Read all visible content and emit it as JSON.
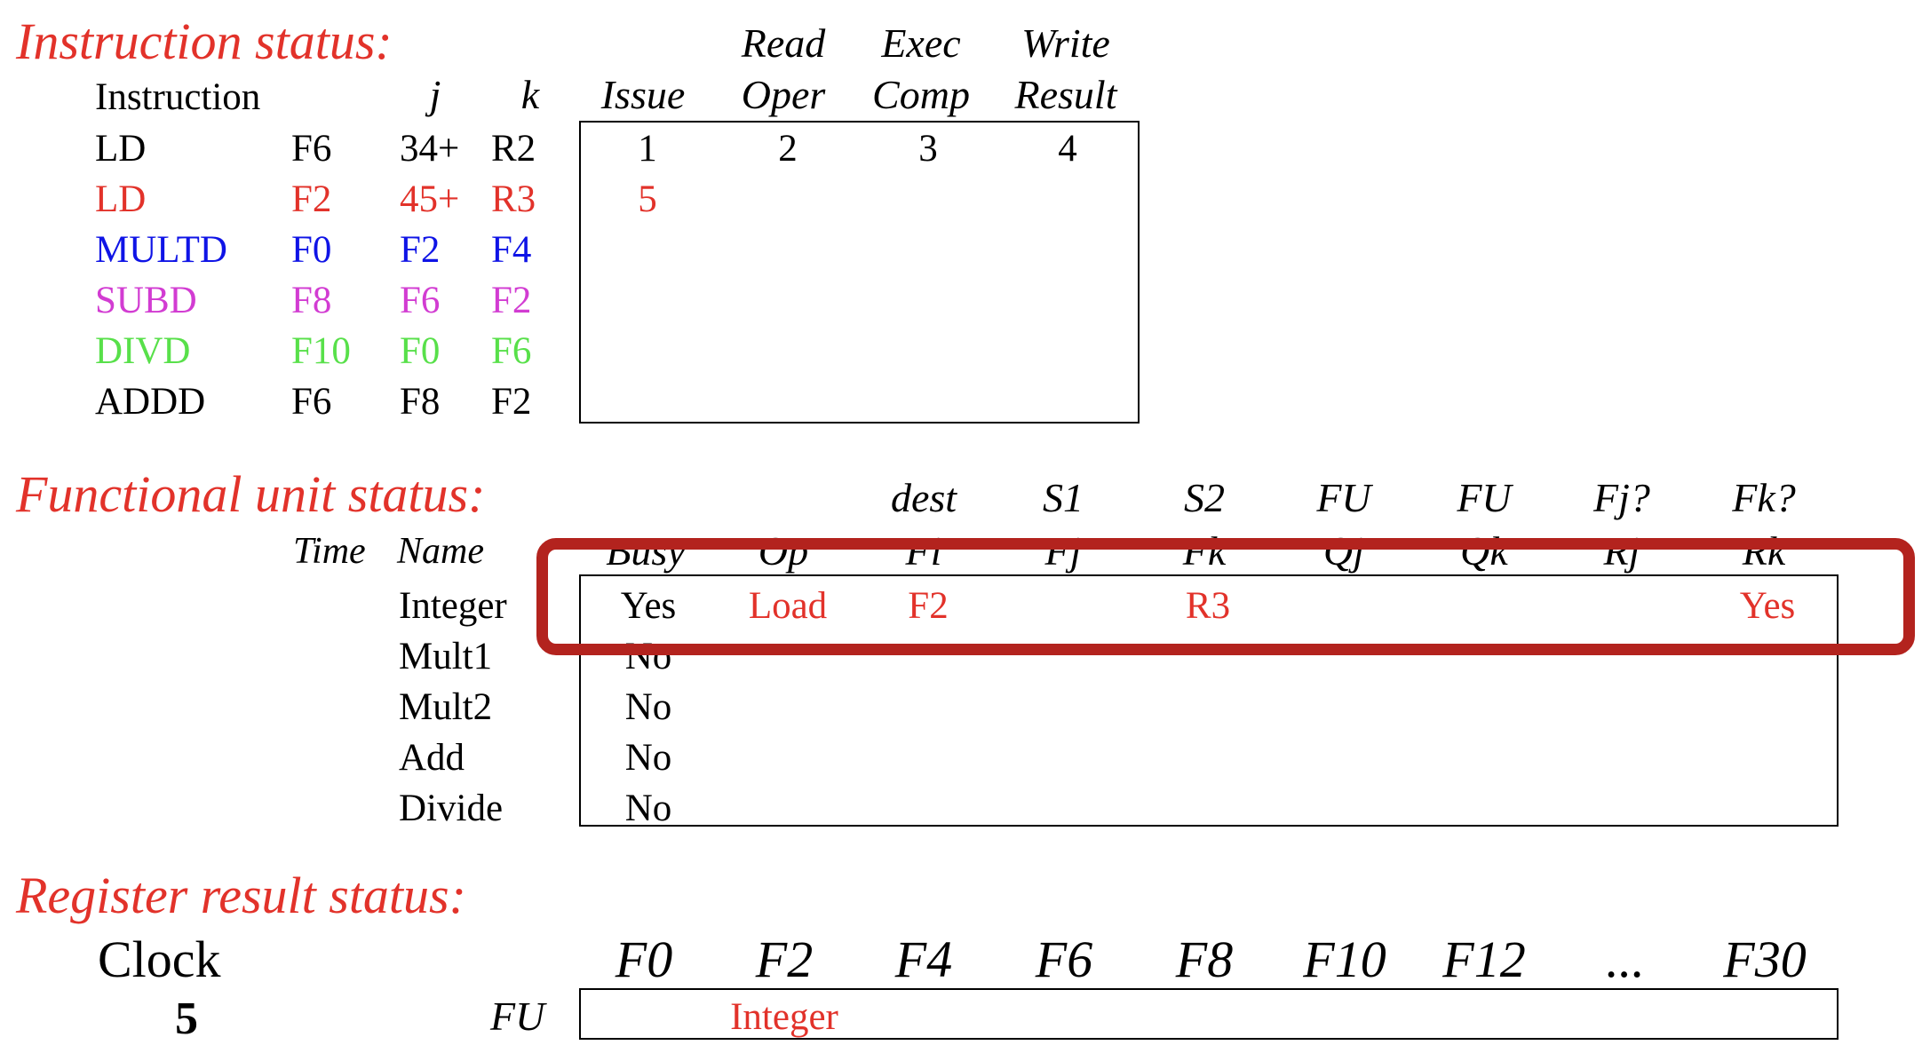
{
  "colors": {
    "red": "#e2322a",
    "blue": "#0f14e6",
    "magenta": "#d23cd2",
    "green": "#58e04a",
    "black": "#000000",
    "highlight": "#b3231e"
  },
  "instruction_status": {
    "title": "Instruction status:",
    "headers": {
      "instruction": "Instruction",
      "j": "j",
      "k": "k",
      "issue": "Issue",
      "read_top": "Read",
      "read": "Oper",
      "exec_top": "Exec",
      "exec": "Comp",
      "write_top": "Write",
      "write": "Result"
    },
    "rows": [
      {
        "op": "LD",
        "dest": "F6",
        "j": "34+",
        "k": "R2",
        "issue": "1",
        "read": "2",
        "exec": "3",
        "write": "4",
        "color": "#000000"
      },
      {
        "op": "LD",
        "dest": "F2",
        "j": "45+",
        "k": "R3",
        "issue": "5",
        "read": "",
        "exec": "",
        "write": "",
        "color": "#e2322a"
      },
      {
        "op": "MULTD",
        "dest": "F0",
        "j": "F2",
        "k": "F4",
        "issue": "",
        "read": "",
        "exec": "",
        "write": "",
        "color": "#0f14e6"
      },
      {
        "op": "SUBD",
        "dest": "F8",
        "j": "F6",
        "k": "F2",
        "issue": "",
        "read": "",
        "exec": "",
        "write": "",
        "color": "#d23cd2"
      },
      {
        "op": "DIVD",
        "dest": "F10",
        "j": "F0",
        "k": "F6",
        "issue": "",
        "read": "",
        "exec": "",
        "write": "",
        "color": "#58e04a"
      },
      {
        "op": "ADDD",
        "dest": "F6",
        "j": "F8",
        "k": "F2",
        "issue": "",
        "read": "",
        "exec": "",
        "write": "",
        "color": "#000000"
      }
    ]
  },
  "functional_unit_status": {
    "title": "Functional unit status:",
    "top_headers": {
      "dest": "dest",
      "s1": "S1",
      "s2": "S2",
      "fu_qj": "FU",
      "fu_qk": "FU",
      "fj": "Fj?",
      "fk": "Fk?"
    },
    "headers": {
      "time": "Time",
      "name": "Name",
      "busy": "Busy",
      "op": "Op",
      "fi": "Fi",
      "fj": "Fj",
      "fk": "Fk",
      "qj": "Qj",
      "qk": "Qk",
      "rj": "Rj",
      "rk": "Rk"
    },
    "rows": [
      {
        "name": "Integer",
        "busy": "Yes",
        "op": "Load",
        "fi": "F2",
        "fj": "",
        "fk": "R3",
        "qj": "",
        "qk": "",
        "rj": "",
        "rk": "Yes"
      },
      {
        "name": "Mult1",
        "busy": "No",
        "op": "",
        "fi": "",
        "fj": "",
        "fk": "",
        "qj": "",
        "qk": "",
        "rj": "",
        "rk": ""
      },
      {
        "name": "Mult2",
        "busy": "No",
        "op": "",
        "fi": "",
        "fj": "",
        "fk": "",
        "qj": "",
        "qk": "",
        "rj": "",
        "rk": ""
      },
      {
        "name": "Add",
        "busy": "No",
        "op": "",
        "fi": "",
        "fj": "",
        "fk": "",
        "qj": "",
        "qk": "",
        "rj": "",
        "rk": ""
      },
      {
        "name": "Divide",
        "busy": "No",
        "op": "",
        "fi": "",
        "fj": "",
        "fk": "",
        "qj": "",
        "qk": "",
        "rj": "",
        "rk": ""
      }
    ]
  },
  "register_result_status": {
    "title": "Register result status:",
    "clock_label": "Clock",
    "clock_value": "5",
    "fu_label": "FU",
    "registers": [
      "F0",
      "F2",
      "F4",
      "F6",
      "F8",
      "F10",
      "F12",
      "...",
      "F30"
    ],
    "values": [
      "",
      "Integer",
      "",
      "",
      "",
      "",
      "",
      "",
      ""
    ]
  }
}
